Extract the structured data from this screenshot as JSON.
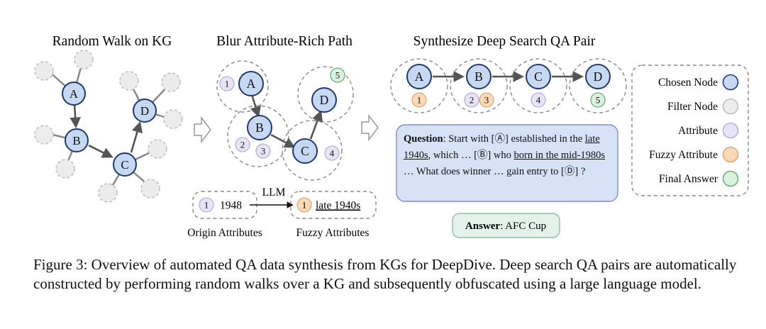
{
  "panels": {
    "random_walk_title": "Random Walk on KG",
    "blur_title": "Blur Attribute-Rich Path",
    "synth_title": "Synthesize Deep Search QA Pair"
  },
  "nodes": {
    "a": "A",
    "b": "B",
    "c": "C",
    "d": "D"
  },
  "attributes": {
    "one": "1",
    "two": "2",
    "three": "3",
    "four": "4",
    "five": "5"
  },
  "fuzzy_example": {
    "origin_value": "1948",
    "llm_label": "LLM",
    "fuzzy_value": "late 1940s",
    "origin_caption": "Origin Attributes",
    "fuzzy_caption": "Fuzzy Attributes"
  },
  "question": {
    "label": "Question",
    "p1": ": Start with [",
    "mark_a": "Ⓐ",
    "p2": "] established in the ",
    "u1": "late 1940s",
    "p3": ", which … [",
    "mark_b": "Ⓑ",
    "p4": "] who ",
    "u2": "born in the mid-1980s",
    "p5": " … What does winner … gain entry to [",
    "mark_d": "Ⓓ",
    "p6": "] ?"
  },
  "answer": {
    "label": "Answer",
    "text": ": AFC Cup"
  },
  "legend": [
    {
      "label": "Chosen Node",
      "color": "#c7d8f3",
      "stroke": "#1f3a6e"
    },
    {
      "label": "Filter Node",
      "color": "#ececec",
      "stroke": "#bfbfbf"
    },
    {
      "label": "Attribute",
      "color": "#e9e3f6",
      "stroke": "#b8aedc"
    },
    {
      "label": "Fuzzy Attribute",
      "color": "#f8d9b8",
      "stroke": "#dca979"
    },
    {
      "label": "Final Answer",
      "color": "#dbf2de",
      "stroke": "#69b078"
    }
  ],
  "caption": "Figure 3: Overview of automated QA data synthesis from KGs for DeepDive. Deep search QA pairs are automatically constructed by performing random walks over a KG and subsequently obfuscated using a large language model."
}
